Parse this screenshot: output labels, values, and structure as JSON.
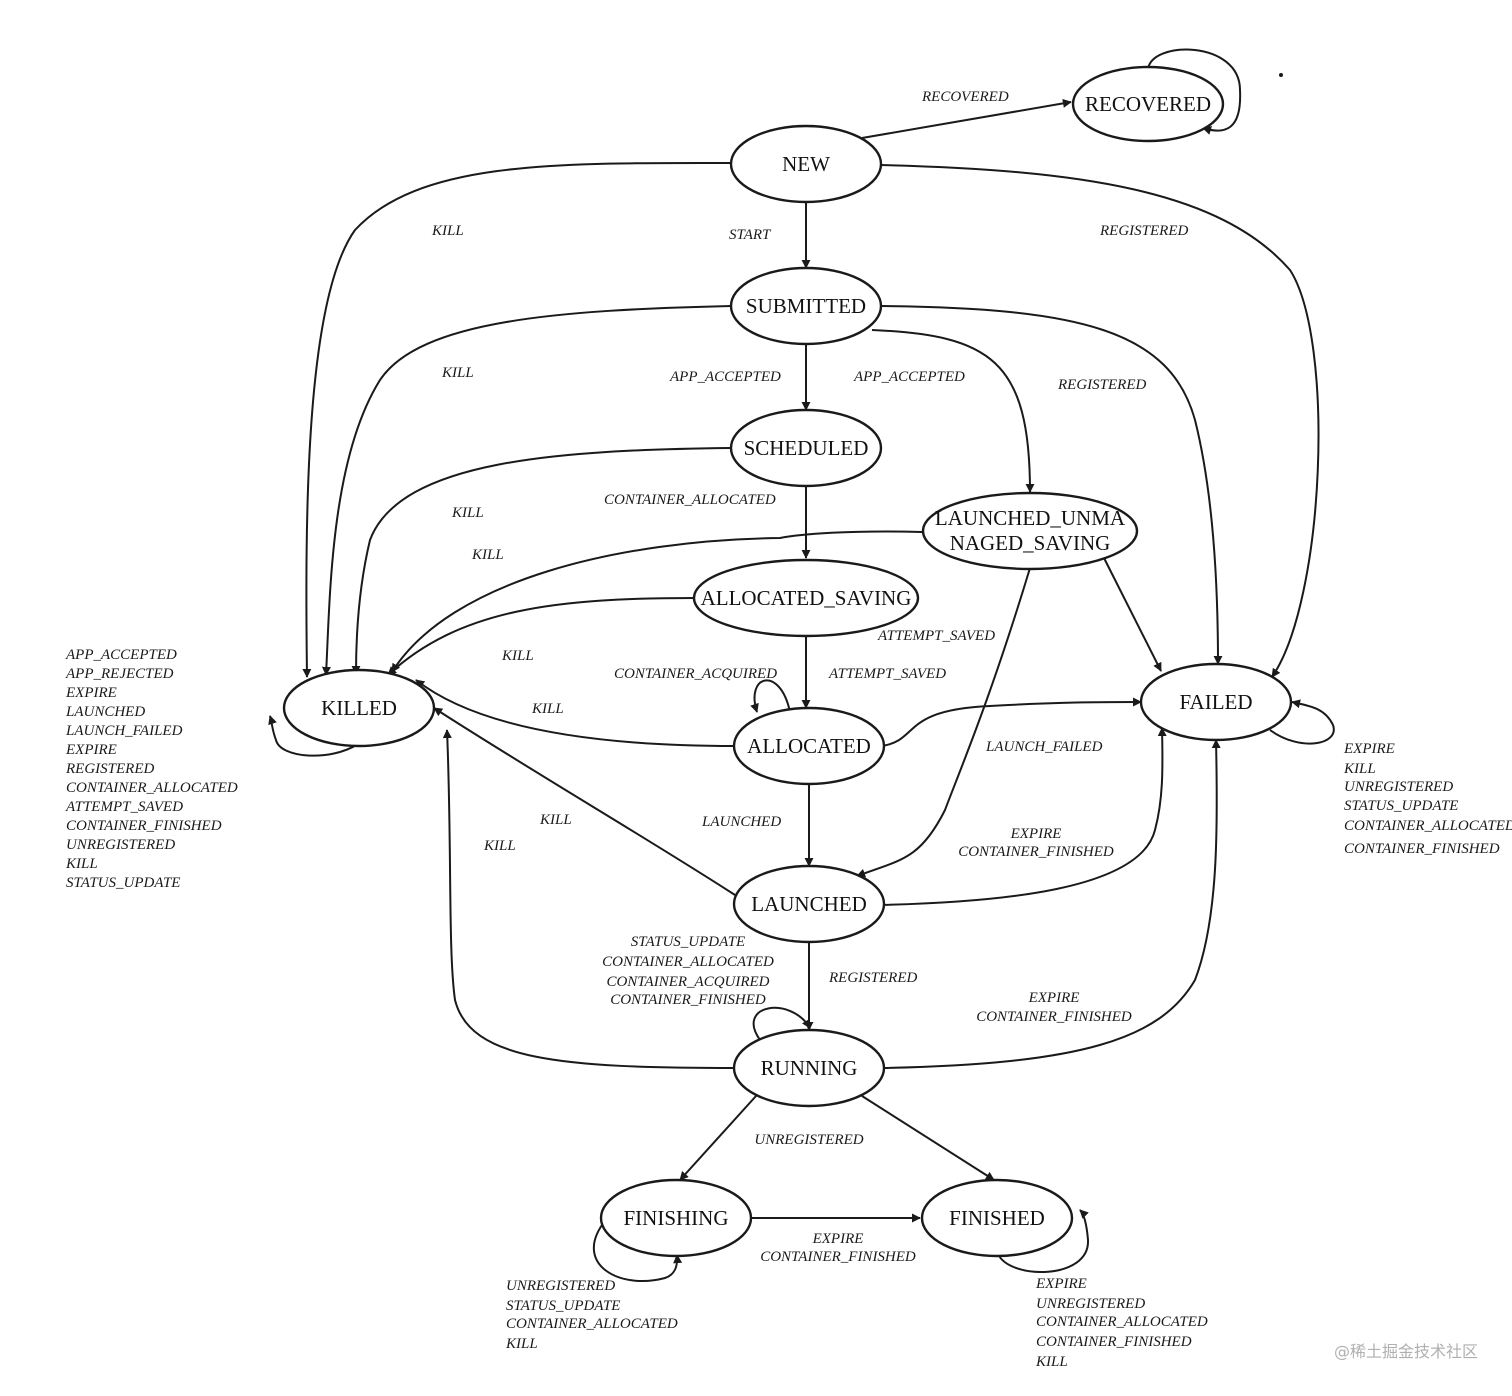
{
  "nodes": {
    "recovered": "RECOVERED",
    "new": "NEW",
    "submitted": "SUBMITTED",
    "scheduled": "SCHEDULED",
    "launched_unmanaged_line1": "LAUNCHED_UNMA",
    "launched_unmanaged_line2": "NAGED_SAVING",
    "allocated_saving": "ALLOCATED_SAVING",
    "killed": "KILLED",
    "allocated": "ALLOCATED",
    "failed": "FAILED",
    "launched": "LAUNCHED",
    "running": "RUNNING",
    "finishing": "FINISHING",
    "finished": "FINISHED"
  },
  "edge_labels": {
    "new_recovered": "RECOVERED",
    "new_killed": "KILL",
    "new_submitted": "START",
    "new_failed": "REGISTERED",
    "submitted_killed": "KILL",
    "submitted_scheduled": "APP_ACCEPTED",
    "submitted_launched_unmanaged": "APP_ACCEPTED",
    "submitted_failed": "REGISTERED",
    "scheduled_allocated_saving": "CONTAINER_ALLOCATED",
    "scheduled_killed": "KILL",
    "launched_unmanaged_killed": "KILL",
    "launched_unmanaged_launched": "ATTEMPT_SAVED",
    "allocated_saving_killed": "KILL",
    "allocated_self": "CONTAINER_ACQUIRED",
    "allocated_saving_allocated": "ATTEMPT_SAVED",
    "allocated_killed": "KILL",
    "allocated_failed": "LAUNCH_FAILED",
    "allocated_launched": "LAUNCHED",
    "launched_killed": "KILL",
    "running_killed": "KILL",
    "launched_failed_line1": "EXPIRE",
    "launched_failed_line2": "CONTAINER_FINISHED",
    "launched_running": "REGISTERED",
    "running_failed_line1": "EXPIRE",
    "running_failed_line2": "CONTAINER_FINISHED",
    "running_finishing": "UNREGISTERED",
    "finishing_finished_line1": "EXPIRE",
    "finishing_finished_line2": "CONTAINER_FINISHED"
  },
  "self_loop_labels": {
    "killed": [
      "APP_ACCEPTED",
      "APP_REJECTED",
      "EXPIRE",
      "LAUNCHED",
      "LAUNCH_FAILED",
      "EXPIRE",
      "REGISTERED",
      "CONTAINER_ALLOCATED",
      "ATTEMPT_SAVED",
      "CONTAINER_FINISHED",
      "UNREGISTERED",
      "KILL",
      "STATUS_UPDATE"
    ],
    "failed": [
      "EXPIRE",
      "KILL",
      "UNREGISTERED",
      "STATUS_UPDATE",
      "CONTAINER_ALLOCATED",
      "CONTAINER_FINISHED"
    ],
    "running": [
      "STATUS_UPDATE",
      "CONTAINER_ALLOCATED",
      "CONTAINER_ACQUIRED",
      "CONTAINER_FINISHED"
    ],
    "finishing": [
      "UNREGISTERED",
      "STATUS_UPDATE",
      "CONTAINER_ALLOCATED",
      "KILL"
    ],
    "finished": [
      "EXPIRE",
      "UNREGISTERED",
      "CONTAINER_ALLOCATED",
      "CONTAINER_FINISHED",
      "KILL"
    ]
  },
  "watermark": "@稀土掘金技术社区",
  "colors": {
    "stroke": "#1a1a1a",
    "background": "#ffffff",
    "watermark": "#b0b0b0"
  }
}
